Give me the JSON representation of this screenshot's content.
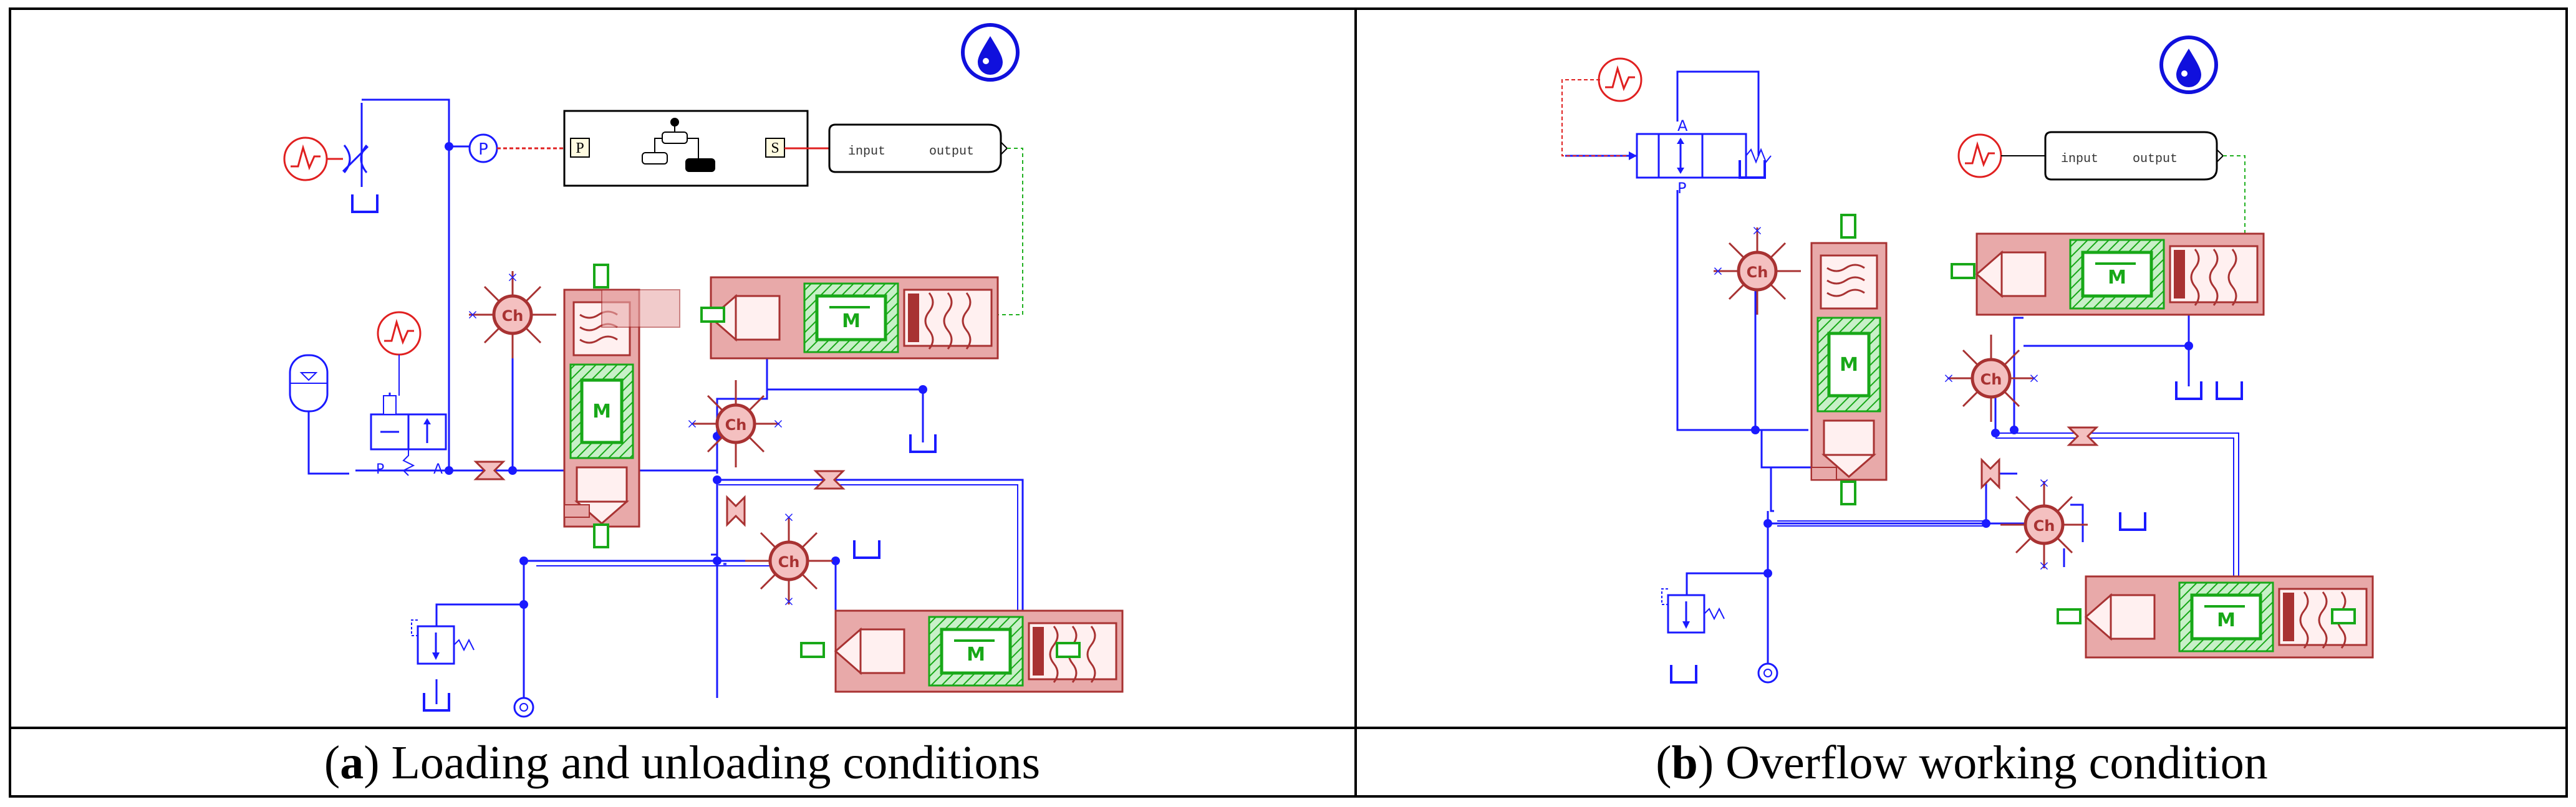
{
  "figure": {
    "panel_a": {
      "caption_letter": "a",
      "caption_text": " Loading and unloading conditions",
      "sf_port_p": "P",
      "sf_port_s": "S",
      "conv_input": "input",
      "conv_output": "output",
      "pressure_sensor": "P",
      "valve_port_p": "P",
      "valve_port_a": "A",
      "chamber_labels": [
        "Ch",
        "Ch",
        "Ch"
      ],
      "mass_label": "M"
    },
    "panel_b": {
      "caption_letter": "b",
      "caption_text": " Overflow working condition",
      "conv_input": "input",
      "conv_output": "output",
      "valve_port_a": "A",
      "valve_port_p": "P",
      "chamber_labels": [
        "Ch",
        "Ch",
        "Ch"
      ],
      "mass_label": "M"
    }
  },
  "colors": {
    "hydraulic_line": "#1a1aff",
    "signal": "#e02020",
    "mechanical_body": "#a83232",
    "body_fill": "#e8a9a9",
    "mass": "#18a818",
    "fluid_icon": "#1010dd"
  }
}
